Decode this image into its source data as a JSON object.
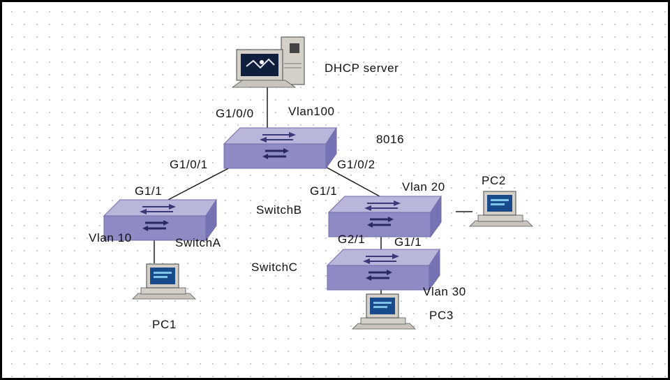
{
  "diagram": {
    "devices": {
      "dhcp_server": "DHCP server",
      "core_switch": "8016",
      "switch_a": "SwitchA",
      "switch_b": "SwitchB",
      "switch_c": "SwitchC",
      "pc1": "PC1",
      "pc2": "PC2",
      "pc3": "PC3"
    },
    "ports": {
      "core_to_server": "G1/0/0",
      "core_to_a": "G1/0/1",
      "core_to_b": "G1/0/2",
      "a_uplink": "G1/1",
      "b_uplink": "G1/1",
      "b_to_c": "G2/1",
      "c_uplink": "G1/1"
    },
    "vlans": {
      "server": "Vlan100",
      "a": "Vlan 10",
      "b": "Vlan 20",
      "c": "Vlan 30"
    },
    "colors": {
      "switch_top": "#b9b6dc",
      "switch_side": "#8e8bc4",
      "link": "#1a1a1a",
      "pc_case": "#d4d0c8",
      "monitor_screen": "#184a8c"
    }
  }
}
